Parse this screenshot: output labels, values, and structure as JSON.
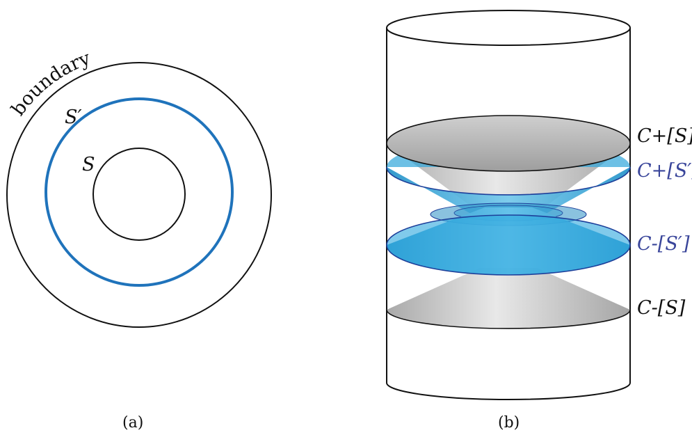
{
  "panel_a": {
    "boundary_label": "boundary",
    "s_prime_label": "S′",
    "s_label": "S",
    "caption": "(a)"
  },
  "panel_b": {
    "labels": {
      "c_plus_s": "C+[S]",
      "c_plus_s_prime": "C+[S′]",
      "c_minus_s_prime": "C-[S′]",
      "c_minus_s": "C-[S]"
    },
    "caption": "(b)"
  },
  "colors": {
    "black_stroke": "#111111",
    "blue_circle": "#1f73bb",
    "blue_label": "#39459a",
    "blue_fill": "#29a9df",
    "blue_edge": "#1d3f9a",
    "gray_fill": "#b8b8b8"
  }
}
